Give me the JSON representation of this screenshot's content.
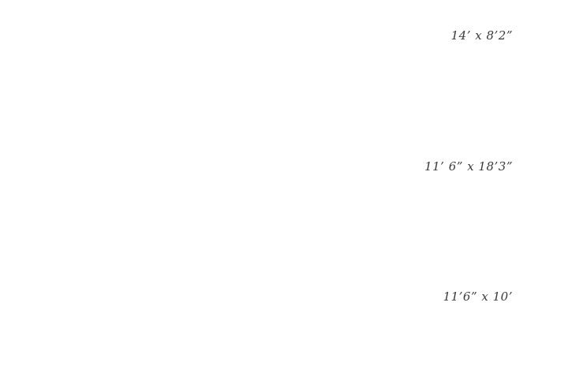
{
  "room_dimensions": [
    {
      "text": "14’ x 8’2”"
    },
    {
      "text": "11’ 6” x 18’3”"
    },
    {
      "text": "11’6” x 10’"
    }
  ]
}
